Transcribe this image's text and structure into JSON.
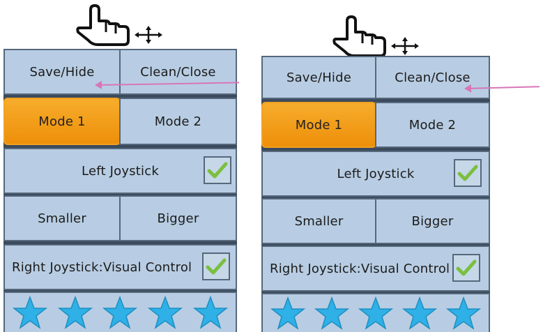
{
  "colors": {
    "button_bg": "#b8cde3",
    "button_border": "#55687c",
    "active_bg": "#f39a14",
    "check_green": "#7bbf3f",
    "star_blue": "#2fb0e6",
    "arrow": "#d875b8"
  },
  "cursor_icon": "hand-pointer-move-icon",
  "panels": [
    {
      "save_hide": "Save/Hide",
      "clean_close": "Clean/Close",
      "mode1": "Mode 1",
      "mode2": "Mode 2",
      "active_mode": "Mode 1",
      "left_joystick": "Left Joystick",
      "left_joystick_checked": true,
      "smaller": "Smaller",
      "bigger": "Bigger",
      "right_joystick": "Right Joystick:Visual Control",
      "right_joystick_checked": true,
      "star_count": 5
    },
    {
      "save_hide": "Save/Hide",
      "clean_close": "Clean/Close",
      "mode1": "Mode 1",
      "mode2": "Mode 2",
      "active_mode": "Mode 1",
      "left_joystick": "Left Joystick",
      "left_joystick_checked": true,
      "smaller": "Smaller",
      "bigger": "Bigger",
      "right_joystick": "Right Joystick:Visual Control",
      "right_joystick_checked": true,
      "star_count": 5
    }
  ]
}
